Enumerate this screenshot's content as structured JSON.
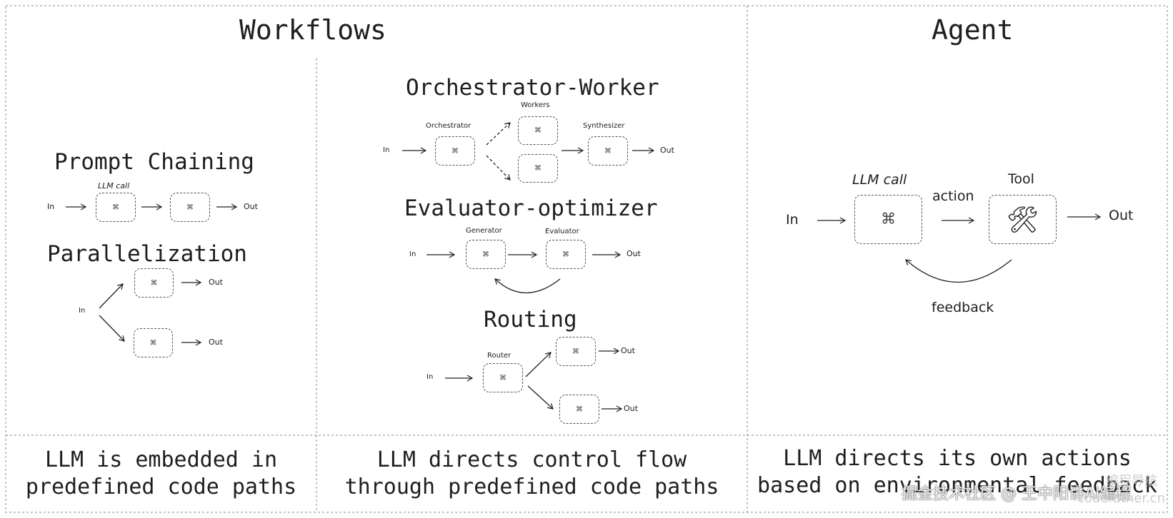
{
  "headers": {
    "workflows": "Workflows",
    "agent": "Agent"
  },
  "prompt_chaining": {
    "title": "Prompt Chaining",
    "llm_call": "LLM call",
    "in": "In",
    "out": "Out"
  },
  "parallelization": {
    "title": "Parallelization",
    "in": "In",
    "out_top": "Out",
    "out_bottom": "Out"
  },
  "orchestrator_worker": {
    "title": "Orchestrator-Worker",
    "orchestrator": "Orchestrator",
    "workers": "Workers",
    "synthesizer": "Synthesizer",
    "in": "In",
    "out": "Out"
  },
  "evaluator_optimizer": {
    "title": "Evaluator-optimizer",
    "generator": "Generator",
    "evaluator": "Evaluator",
    "in": "In",
    "out": "Out"
  },
  "routing": {
    "title": "Routing",
    "router": "Router",
    "in": "In",
    "out_top": "Out",
    "out_bottom": "Out"
  },
  "agent": {
    "llm_call": "LLM call",
    "tool": "Tool",
    "action": "action",
    "feedback": "feedback",
    "in": "In",
    "out": "Out"
  },
  "footers": {
    "left_line1": "LLM is embedded in",
    "left_line2": "predefined code paths",
    "middle_line1": "LLM directs control flow",
    "middle_line2": "through predefined code paths",
    "right_line1": "LLM directs its own actions",
    "right_line2": "based on environmental feedback"
  },
  "watermarks": {
    "main": "掘金技术社区 @ 王中阳讲AI编程",
    "site_cn": "编程导航",
    "site": "codefather.cn"
  },
  "icons": {
    "llm": "brain-icon",
    "tool": "hammer-wrench-icon"
  }
}
